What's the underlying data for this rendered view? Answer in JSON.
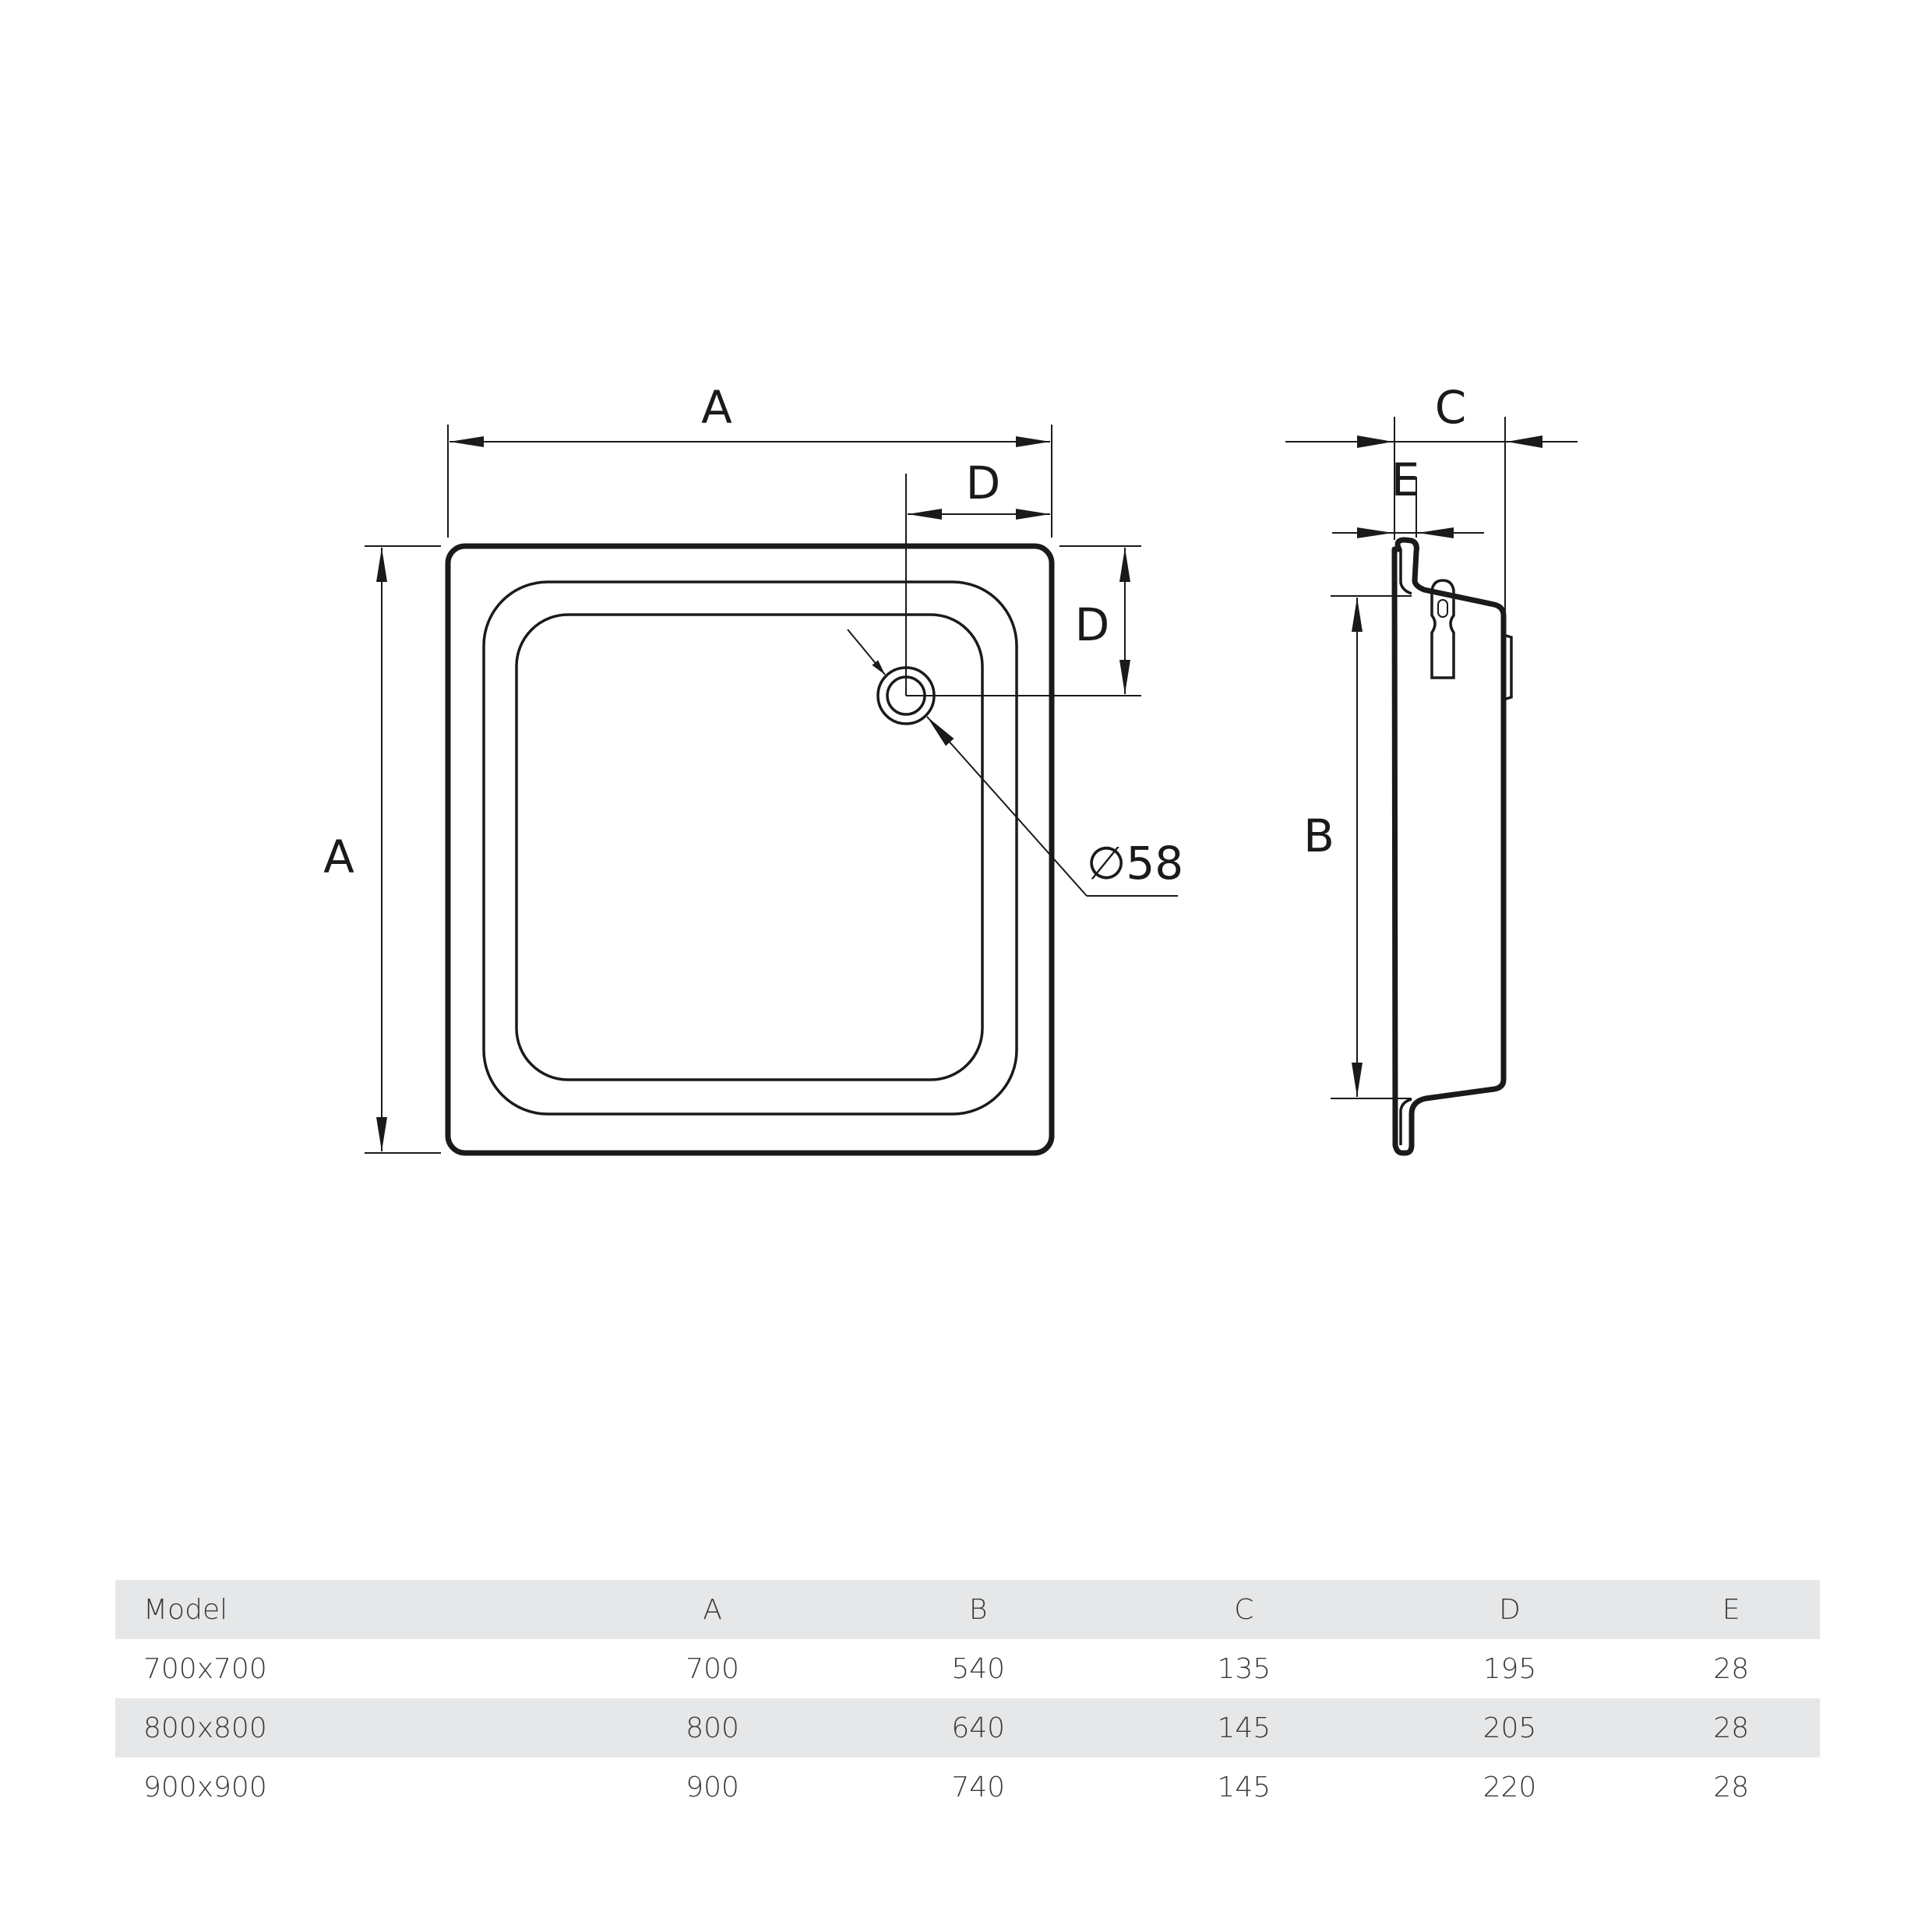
{
  "diagram": {
    "top_view": {
      "width_label": "A",
      "height_label": "A",
      "drain_offset_x_label": "D",
      "drain_offset_y_label": "D",
      "drain_diameter_label": "∅58"
    },
    "side_view": {
      "depth_label": "C",
      "rim_label": "E",
      "inner_length_label": "B"
    }
  },
  "table": {
    "headers": [
      "Model",
      "A",
      "B",
      "C",
      "D",
      "E"
    ],
    "rows": [
      [
        "700x700",
        "700",
        "540",
        "135",
        "195",
        "28"
      ],
      [
        "800x800",
        "800",
        "640",
        "145",
        "205",
        "28"
      ],
      [
        "900x900",
        "900",
        "740",
        "145",
        "220",
        "28"
      ]
    ]
  }
}
